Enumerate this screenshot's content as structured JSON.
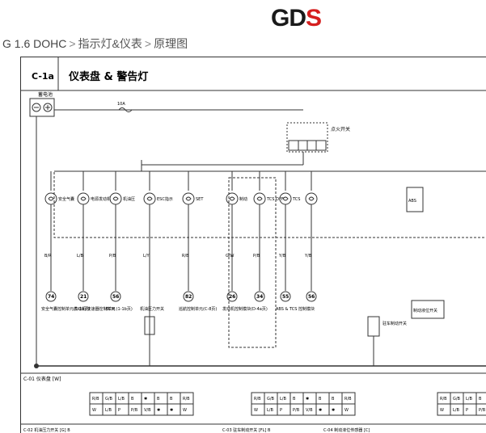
{
  "header": {
    "logo_text_main": "GD",
    "logo_text_accent": "S",
    "breadcrumb": [
      "G 1.6 DOHC",
      "指示灯&仪表",
      "原理图"
    ],
    "breadcrumb_sep": ">"
  },
  "diagram": {
    "code": "C-1a",
    "title": "仪表盘 & 警告灯",
    "battery_label": "蓄电池",
    "ign_switch_label": "点火开关",
    "fuse_label": "10A",
    "lamps": [
      {
        "label": "安全气囊",
        "wire": "B/R",
        "target": "74",
        "target_text": "安全气囊控制单元(5-1a页)"
      },
      {
        "label": "电源发动机",
        "wire": "L/B",
        "target": "21",
        "target_text": "发动机/变速器控制单元"
      },
      {
        "label": "机油压",
        "wire": "P/B",
        "target": "56",
        "target_text": "ECM (1-1b页)"
      },
      {
        "label": "ESC指示",
        "wire": "L/Y",
        "target": "",
        "target_text": "机油压力开关"
      },
      {
        "label": "SET",
        "wire": "R/B",
        "target": "82",
        "target_text": "巡航控制单元(C-8页)"
      },
      {
        "label": "制动",
        "wire": "G/W",
        "target": "26",
        "target_text": "发动机控制模块(D-4a页)"
      },
      {
        "label": "TCS OFF",
        "wire": "P/B",
        "target": "34",
        "target_text": ""
      },
      {
        "label": "TCS",
        "wire": "Y/B",
        "target": "55",
        "target_text": "ABS & TCS 控制模块"
      },
      {
        "label": "",
        "wire": "Y/B",
        "target": "56",
        "target_text": ""
      }
    ],
    "right_labels": [
      "驻车制动开关",
      "制动液位开关"
    ],
    "connector_title": "C-01 仪表盘 [W]",
    "bottom_labels": [
      "C-02 机油压力开关 [G] B",
      "C-03 驻车制动开关 [FL] B",
      "C-04 制动液位传感器 [C]"
    ],
    "pins_row1": [
      "R/B",
      "G/B",
      "L/B",
      "B",
      "✱",
      "B",
      "B"
    ],
    "pins_row2": [
      "W",
      "L/B",
      "P",
      "P/B",
      "V/B",
      "✱",
      "✱"
    ]
  }
}
